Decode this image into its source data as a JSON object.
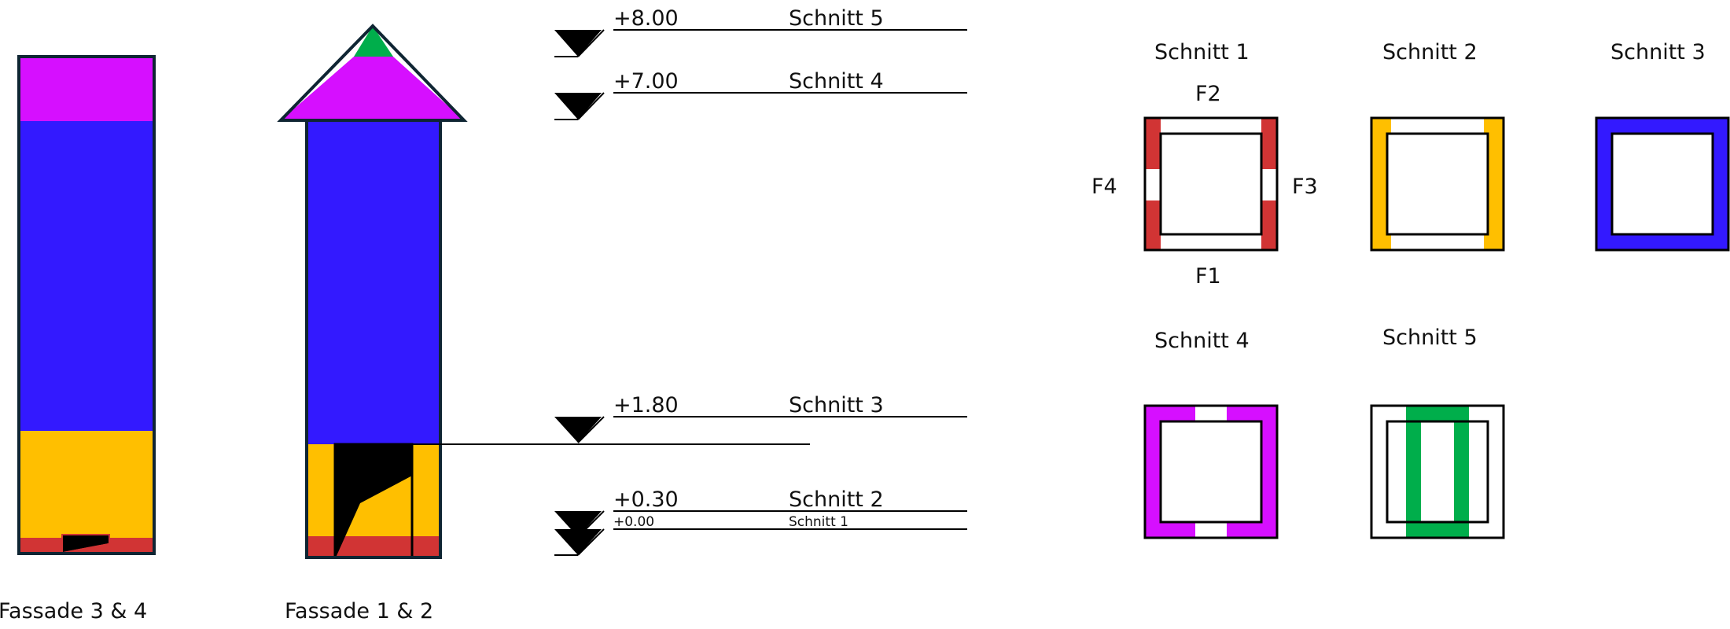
{
  "colors": {
    "magenta": "#D60FFF",
    "blue": "#3319FF",
    "yellow": "#FFBF00",
    "red": "#D13434",
    "green": "#00AE4B",
    "outline": "#0F2533",
    "black": "#000000"
  },
  "facades": {
    "left_label": "Fassade 3 & 4",
    "right_label": "Fassade 1 & 2"
  },
  "levels": [
    {
      "elevation": "+8.00",
      "section": "Schnitt 5"
    },
    {
      "elevation": "+7.00",
      "section": "Schnitt 4"
    },
    {
      "elevation": "+1.80",
      "section": "Schnitt 3"
    },
    {
      "elevation": "+0.30",
      "section": "Schnitt 2"
    },
    {
      "elevation": "+0.00",
      "section": "Schnitt 1"
    }
  ],
  "sections": {
    "s1": {
      "title": "Schnitt 1",
      "f1": "F1",
      "f2": "F2",
      "f3": "F3",
      "f4": "F4"
    },
    "s2": {
      "title": "Schnitt 2"
    },
    "s3": {
      "title": "Schnitt 3"
    },
    "s4": {
      "title": "Schnitt 4"
    },
    "s5": {
      "title": "Schnitt 5"
    }
  }
}
